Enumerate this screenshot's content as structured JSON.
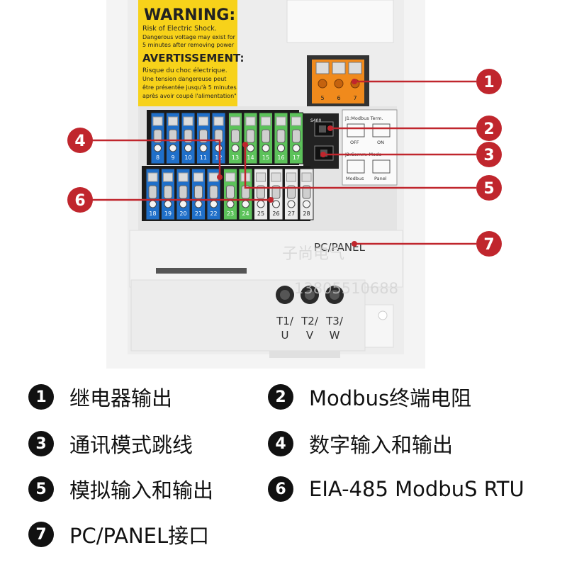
{
  "warning_label": {
    "title": "WARNING:",
    "en_line1": "Risk of Electric Shock.",
    "en_line2": "Dangerous voltage may exist for",
    "en_line3": "5 minutes after removing power",
    "fr_title": "AVERTISSEMENT:",
    "fr_line1": "Risque du choc électrique.",
    "fr_line2": "Une tension dangereuse peut",
    "fr_line3": "être présentée jusqu'à 5 minutes",
    "fr_line4": "après avoir coupé l'alimentation\""
  },
  "relay_terminals": [
    "5",
    "6",
    "7"
  ],
  "digital_terminals": [
    "8",
    "9",
    "10",
    "11",
    "12"
  ],
  "analog_terminals_top": [
    "13",
    "14",
    "15",
    "16",
    "17"
  ],
  "bottom_blue_terminals": [
    "18",
    "19",
    "20",
    "21",
    "22"
  ],
  "bottom_green_terminals": [
    "23",
    "24"
  ],
  "bottom_white_terminals": [
    "25",
    "26",
    "27",
    "28"
  ],
  "dip_labels": {
    "top_title": "J1:Modbus Term.",
    "off": "OFF",
    "on": "ON",
    "bottom_title": "J2:Comm. Mode",
    "modbus": "Modbus",
    "panel": "Panel",
    "s400": "S400"
  },
  "port_label": "PC/PANEL",
  "output_terminals": [
    {
      "top": "T1/",
      "bottom": "U"
    },
    {
      "top": "T2/",
      "bottom": "V"
    },
    {
      "top": "T3/",
      "bottom": "W"
    }
  ],
  "watermark": {
    "name": "子尚电气",
    "phone": "13805510688"
  },
  "callouts": [
    "1",
    "2",
    "3",
    "4",
    "5",
    "6",
    "7"
  ],
  "colors": {
    "callout_red": "#c0262d",
    "terminal_blue": "#1f6fc9",
    "terminal_green": "#5cc25a",
    "warning_yellow": "#f7d21a",
    "relay_orange": "#f08a1c"
  },
  "legend": [
    {
      "num": "1",
      "text": "继电器输出"
    },
    {
      "num": "2",
      "text": "Modbus终端电阻"
    },
    {
      "num": "3",
      "text": "通讯模式跳线"
    },
    {
      "num": "4",
      "text": "数字输入和输出"
    },
    {
      "num": "5",
      "text": "模拟输入和输出"
    },
    {
      "num": "6",
      "text": "EIA-485 ModbuS RTU"
    },
    {
      "num": "7",
      "text": "PC/PANEL接口"
    }
  ]
}
